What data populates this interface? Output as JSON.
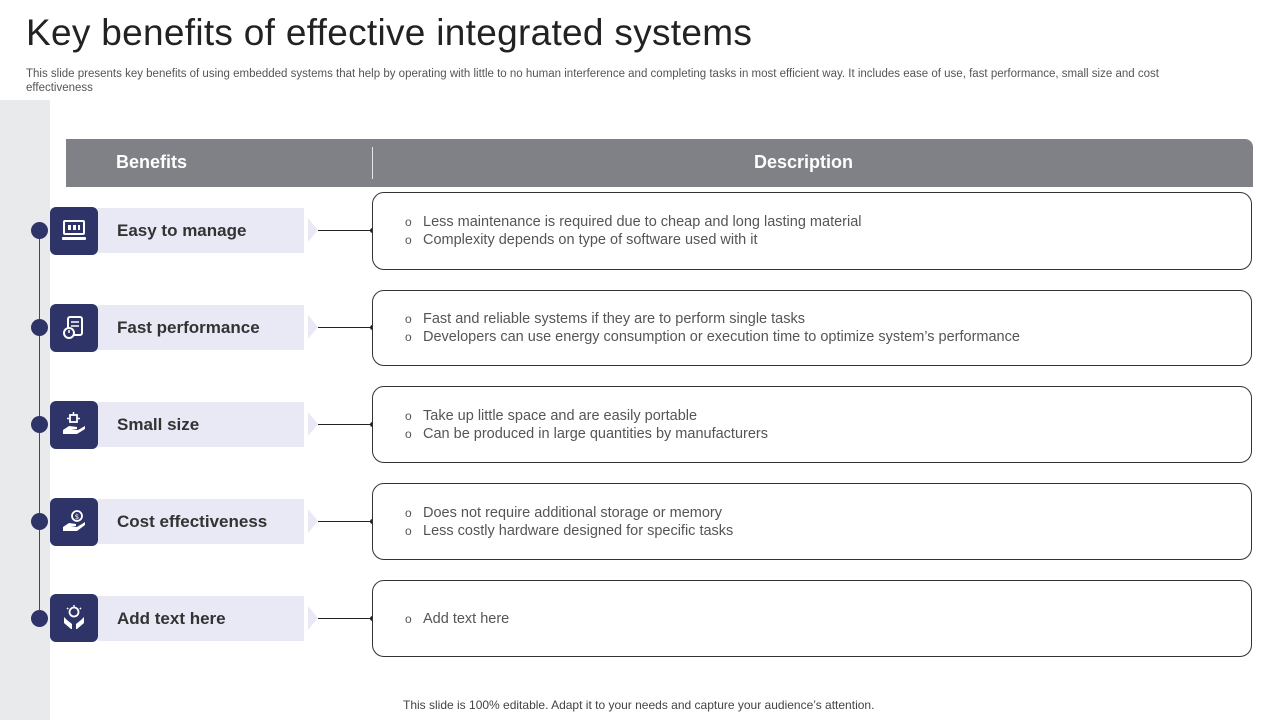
{
  "slide": {
    "title": "Key benefits of effective integrated systems",
    "subtitle": "This slide presents key benefits of using embedded systems that help by operating with little to  no human interference and completing tasks in most efficient way.  It includes ease of use, fast performance, small size and cost effectiveness",
    "footer": "This slide is 100% editable. Adapt it to your needs and capture your audience’s attention."
  },
  "table": {
    "header_benefits": "Benefits",
    "header_description": "Description"
  },
  "rows": [
    {
      "label": "Easy to manage",
      "icon": "computer-icon",
      "bullets": [
        "Less maintenance is required due to cheap and long lasting material",
        "Complexity depends on type of software used with it"
      ]
    },
    {
      "label": "Fast performance",
      "icon": "stopwatch-icon",
      "bullets": [
        "Fast and reliable systems if they are to perform single tasks",
        "Developers can use energy consumption or execution time to optimize system’s performance"
      ]
    },
    {
      "label": "Small size",
      "icon": "hand-chip-icon",
      "bullets": [
        "Take up little space and are easily portable",
        "Can be produced in large quantities by manufacturers"
      ]
    },
    {
      "label": "Cost effectiveness",
      "icon": "hand-money-icon",
      "bullets": [
        "Does not require additional storage or memory",
        "Less costly hardware designed for specific tasks"
      ]
    },
    {
      "label": "Add text here",
      "icon": "hands-idea-icon",
      "bullets": [
        "Add text here"
      ]
    }
  ],
  "colors": {
    "accent": "#2e3368",
    "header_bg": "#7f8186",
    "label_bg": "#e8e9f5"
  }
}
